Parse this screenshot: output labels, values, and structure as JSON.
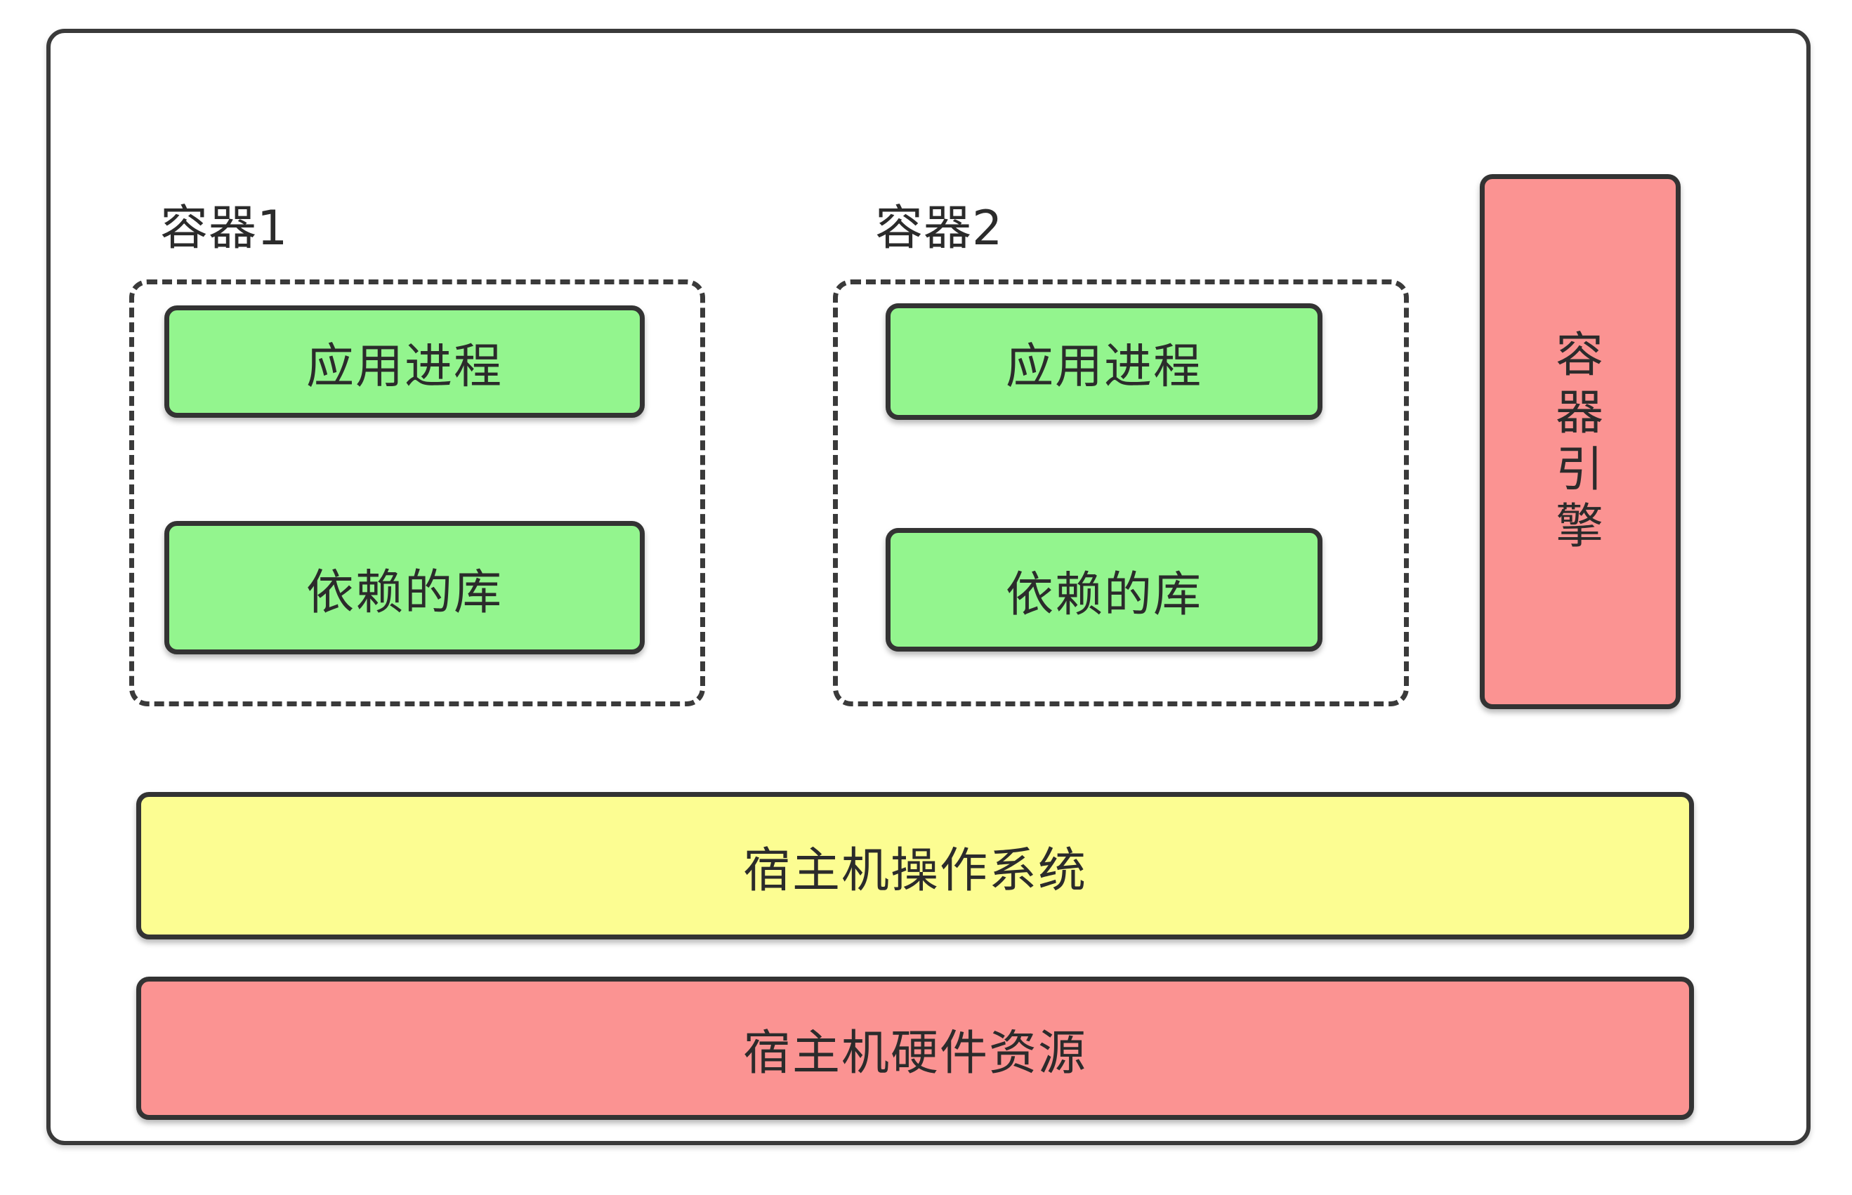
{
  "diagram": {
    "container1": {
      "label": "容器1",
      "process": "应用进程",
      "library": "依赖的库"
    },
    "container2": {
      "label": "容器2",
      "process": "应用进程",
      "library": "依赖的库"
    },
    "engine": {
      "chars": [
        "容",
        "器",
        "引",
        "擎"
      ]
    },
    "host_os": "宿主机操作系统",
    "host_hardware": "宿主机硬件资源"
  },
  "colors": {
    "green": "#93f58e",
    "yellow": "#fcfd92",
    "red": "#fb9392",
    "border": "#333333"
  }
}
